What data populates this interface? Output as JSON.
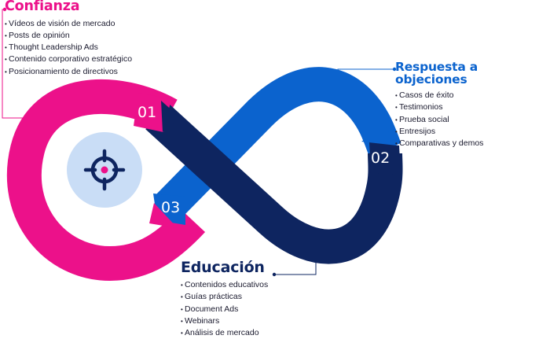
{
  "colors": {
    "pink": "#EC118A",
    "blue": "#0B63CE",
    "navy": "#0E2560",
    "light_blue": "#C9DDF6"
  },
  "steps": {
    "s1": "01",
    "s2": "02",
    "s3": "03"
  },
  "center_icon": "target-crosshair-icon",
  "confianza": {
    "title": "Confianza",
    "items": [
      "Vídeos de visión de mercado",
      "Posts de opinión",
      "Thought Leadership Ads",
      "Contenido corporativo estratégico",
      "Posicionamiento de directivos"
    ]
  },
  "respuesta": {
    "title": "Respuesta a objeciones",
    "items": [
      "Casos de éxito",
      "Testimonios",
      "Prueba social",
      "Entresijos",
      "Comparativas y demos"
    ]
  },
  "educacion": {
    "title": "Educación",
    "items": [
      "Contenidos educativos",
      "Guías prácticas",
      "Document Ads",
      "Webinars",
      "Análisis de mercado"
    ]
  }
}
